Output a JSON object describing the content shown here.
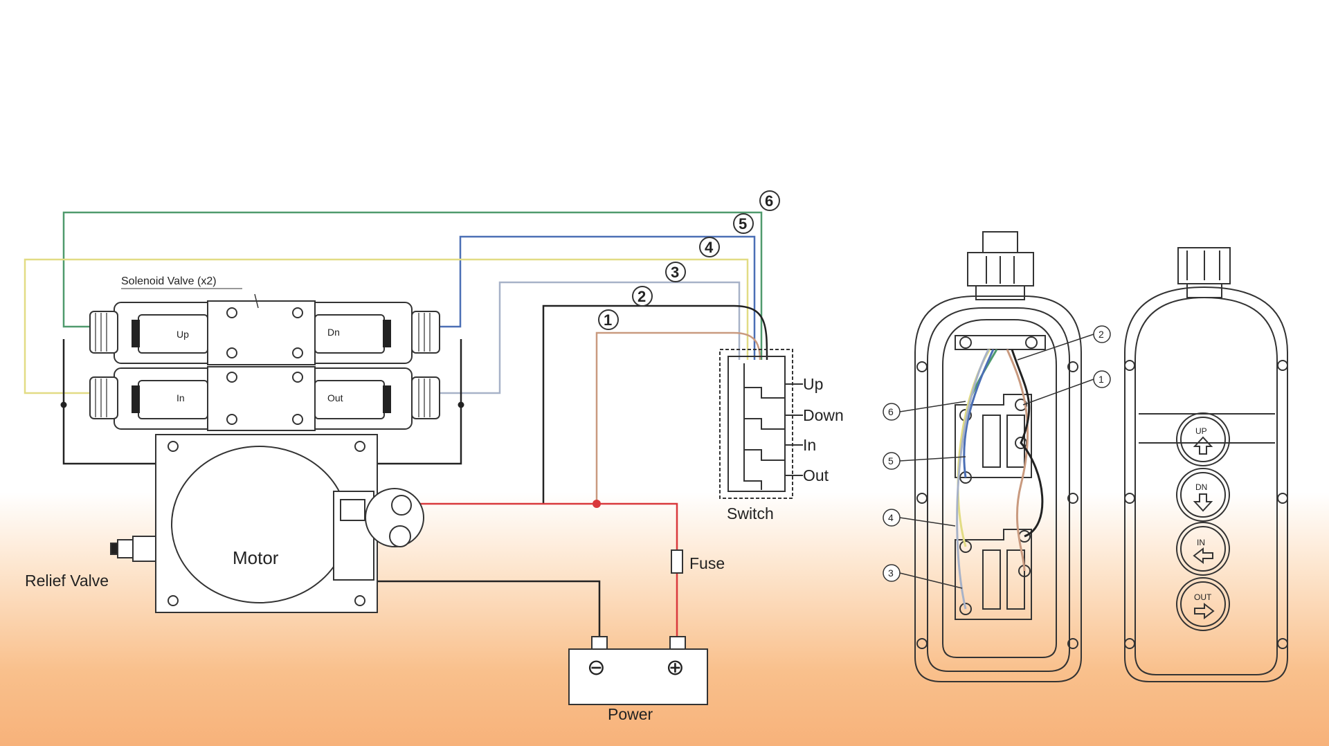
{
  "labels": {
    "solenoid": "Solenoid Valve (x2)",
    "valve_up": "Up",
    "valve_dn": "Dn",
    "valve_in": "In",
    "valve_out": "Out",
    "motor": "Motor",
    "relief_valve": "Relief Valve",
    "fuse": "Fuse",
    "power": "Power",
    "switch": "Switch",
    "sw_up": "Up",
    "sw_down": "Down",
    "sw_in": "In",
    "sw_out": "Out",
    "btn_up": "UP",
    "btn_dn": "DN",
    "btn_in": "IN",
    "btn_out": "OUT"
  },
  "wire_numbers": [
    "1",
    "2",
    "3",
    "4",
    "5",
    "6"
  ],
  "wire_colors": {
    "1": "#c99a7f",
    "2": "#222222",
    "3": "#a7b2c8",
    "4": "#e6e08a",
    "5": "#4b6fb5",
    "6": "#4f9a6d",
    "power_positive": "#d9383c"
  },
  "battery_terminals": {
    "negative": "⊖",
    "positive": "⊕"
  }
}
